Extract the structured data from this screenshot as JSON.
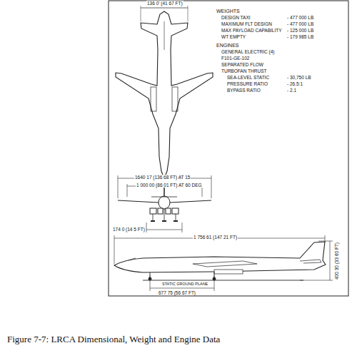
{
  "diagram": {
    "caption": "Figure 7-7:  LRCA Dimensional, Weight and Engine Data",
    "labels": [
      "136 0' (41 67 FT)",
      "WEIGHTS",
      "DESIGN TAXI",
      "- 477 000 LB",
      "MAXIMUM FLT DESIGN",
      "- 477 000 LB",
      "MAX PAYLOAD CAPABILITY",
      "- 125 000 LB",
      "WT EMPTY",
      "- 179 985 LB",
      "ENGINES",
      "GENERAL ELECTRIC (4)",
      "F101-GE-102",
      "SEPARATED FLOW",
      "TURBOFAN THRUST",
      "SEA-LEVEL STATIC",
      "- 30,750 LB",
      "PRESSURE RATIO",
      "- 26.5:1",
      "BYPASS RATIO",
      "- 2.1",
      "1640 17 (136 68 FT) AT 15",
      "1 000 00 (86 01 FT) AT 60 DEG",
      "174 0 (14 5 FT)",
      "1 756 61 (147 21 FT)",
      "400 30 (33 60 FT)",
      "STATIC GROUND PLANE",
      "677 75 (56 67 FT)"
    ]
  }
}
